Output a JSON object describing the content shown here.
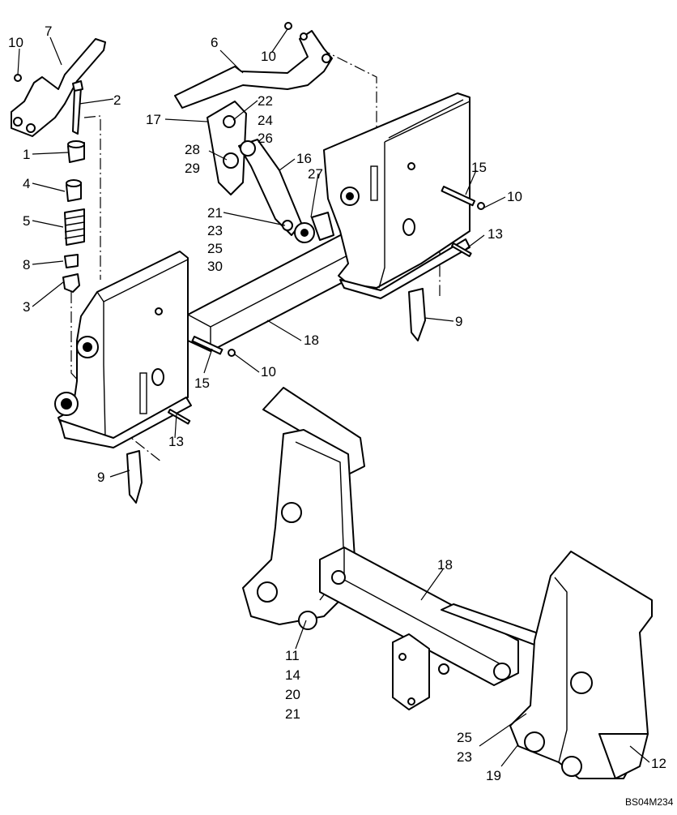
{
  "diagram": {
    "code": "BS04M234",
    "callouts": {
      "upper_left": [
        "10",
        "7",
        "2",
        "1",
        "4",
        "5",
        "8",
        "3"
      ],
      "upper_top": [
        "6",
        "10",
        "22",
        "24",
        "26",
        "17",
        "28",
        "29",
        "16",
        "27",
        "21",
        "23",
        "25",
        "30"
      ],
      "upper_right": [
        "15",
        "10",
        "13",
        "9"
      ],
      "upper_frame": [
        "18",
        "15",
        "10",
        "13",
        "9"
      ],
      "lower": [
        "18",
        "11",
        "14",
        "20",
        "21",
        "25",
        "23",
        "19",
        "12"
      ]
    }
  }
}
